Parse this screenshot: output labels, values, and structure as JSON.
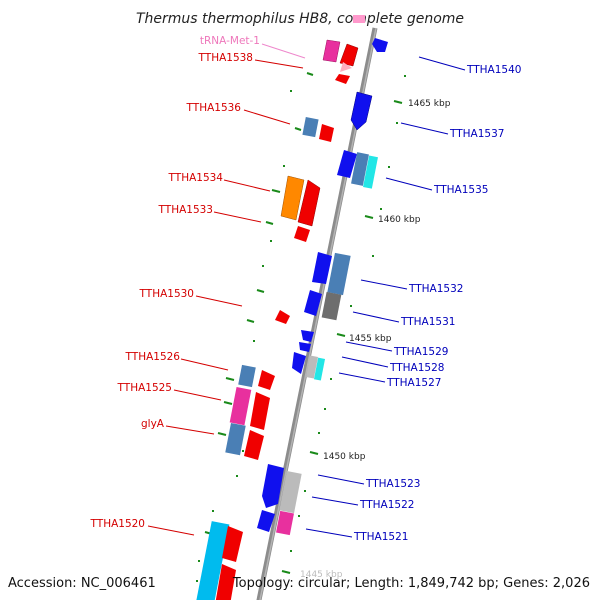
{
  "title": "Thermus thermophilus HB8, complete genome",
  "footer": {
    "accession": "Accession: NC_006461",
    "summary": "Topology: circular; Length: 1,849,742 bp; Genes: 2,026"
  },
  "colors": {
    "axis": "#808080",
    "tick": "#1a8a1a",
    "left_label": "#d40000",
    "right_label": "#0000bb",
    "trna_label": "#ee77bb"
  },
  "kbp_markers": [
    {
      "id": "k1465",
      "text": "1465 kbp"
    },
    {
      "id": "k1460",
      "text": "1460 kbp"
    },
    {
      "id": "k1455",
      "text": "1455 kbp"
    },
    {
      "id": "k1450",
      "text": "1450 kbp"
    },
    {
      "id": "k1445",
      "text": "1445 kbp"
    }
  ],
  "left_labels": [
    {
      "id": "trna-met-1",
      "text": "tRNA-Met-1",
      "kind": "trna"
    },
    {
      "id": "ttha1538",
      "text": "TTHA1538"
    },
    {
      "id": "ttha1536",
      "text": "TTHA1536"
    },
    {
      "id": "ttha1534",
      "text": "TTHA1534"
    },
    {
      "id": "ttha1533",
      "text": "TTHA1533"
    },
    {
      "id": "ttha1530",
      "text": "TTHA1530"
    },
    {
      "id": "ttha1526",
      "text": "TTHA1526"
    },
    {
      "id": "ttha1525",
      "text": "TTHA1525"
    },
    {
      "id": "glya",
      "text": "glyA"
    },
    {
      "id": "ttha1520",
      "text": "TTHA1520"
    }
  ],
  "right_labels": [
    {
      "id": "ttha1540",
      "text": "TTHA1540"
    },
    {
      "id": "ttha1537",
      "text": "TTHA1537"
    },
    {
      "id": "ttha1535",
      "text": "TTHA1535"
    },
    {
      "id": "ttha1532",
      "text": "TTHA1532"
    },
    {
      "id": "ttha1531",
      "text": "TTHA1531"
    },
    {
      "id": "ttha1529",
      "text": "TTHA1529"
    },
    {
      "id": "ttha1528",
      "text": "TTHA1528"
    },
    {
      "id": "ttha1527",
      "text": "TTHA1527"
    },
    {
      "id": "ttha1523",
      "text": "TTHA1523"
    },
    {
      "id": "ttha1522",
      "text": "TTHA1522"
    },
    {
      "id": "ttha1521",
      "text": "TTHA1521"
    }
  ]
}
